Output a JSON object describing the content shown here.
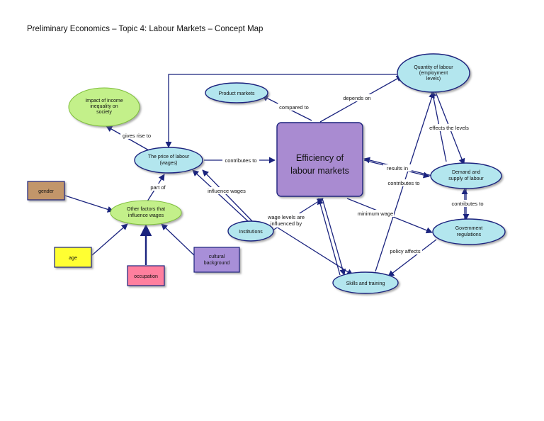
{
  "title": "Preliminary Economics – Topic 4: Labour Markets – Concept Map",
  "nodes": {
    "income_inequality": {
      "lines": [
        "Impact of income",
        "inequality on",
        "society"
      ]
    },
    "product_markets": {
      "lines": [
        "Product markets"
      ]
    },
    "efficiency": {
      "lines": [
        "Efficiency of",
        "labour markets"
      ]
    },
    "quantity": {
      "lines": [
        "Quantity of labour",
        "(employment",
        "levels)"
      ]
    },
    "price": {
      "lines": [
        "The price of labour",
        "(wages)"
      ]
    },
    "demand_supply": {
      "lines": [
        "Demand and",
        "supply of labour"
      ]
    },
    "gender": {
      "lines": [
        "gender"
      ]
    },
    "other_factors": {
      "lines": [
        "Other factors that",
        "influence wages"
      ]
    },
    "institutions": {
      "lines": [
        "Institutions"
      ]
    },
    "government": {
      "lines": [
        "Government",
        "regulations"
      ]
    },
    "age": {
      "lines": [
        "age"
      ]
    },
    "cultural": {
      "lines": [
        "cultural",
        "background"
      ]
    },
    "occupation": {
      "lines": [
        "occupation"
      ]
    },
    "skills": {
      "lines": [
        "Skills and training"
      ]
    }
  },
  "edges": {
    "gives_rise_to": {
      "label": [
        "gives rise to"
      ]
    },
    "compared_to": {
      "label": [
        "compared to"
      ]
    },
    "depends_on": {
      "label": [
        "depends on"
      ]
    },
    "effects_levels": {
      "label": [
        "effects the levels"
      ]
    },
    "contributes_to_1": {
      "label": [
        "contributes to"
      ]
    },
    "results_in": {
      "label": [
        "results in"
      ]
    },
    "contributes_to_2": {
      "label": [
        "contributes to"
      ]
    },
    "contributes_to_3": {
      "label": [
        "contributes to"
      ]
    },
    "part_of": {
      "label": [
        "part of"
      ]
    },
    "influence_wages": {
      "label": [
        "influence wages"
      ]
    },
    "wage_levels": {
      "label": [
        "wage levels are",
        "influenced by"
      ]
    },
    "minimum_wage": {
      "label": [
        "minimum wage"
      ]
    },
    "policy_affects": {
      "label": [
        "policy affects"
      ]
    }
  },
  "colors": {
    "blue_node": "#b3e6ee",
    "green_node": "#c3f08a",
    "efficiency_fill": "#a98bd1",
    "gender_fill": "#c2966a",
    "age_fill": "#ffff33",
    "occupation_fill": "#ff7f9e",
    "cultural_fill": "#a88fd8",
    "edge": "#1a237e"
  }
}
